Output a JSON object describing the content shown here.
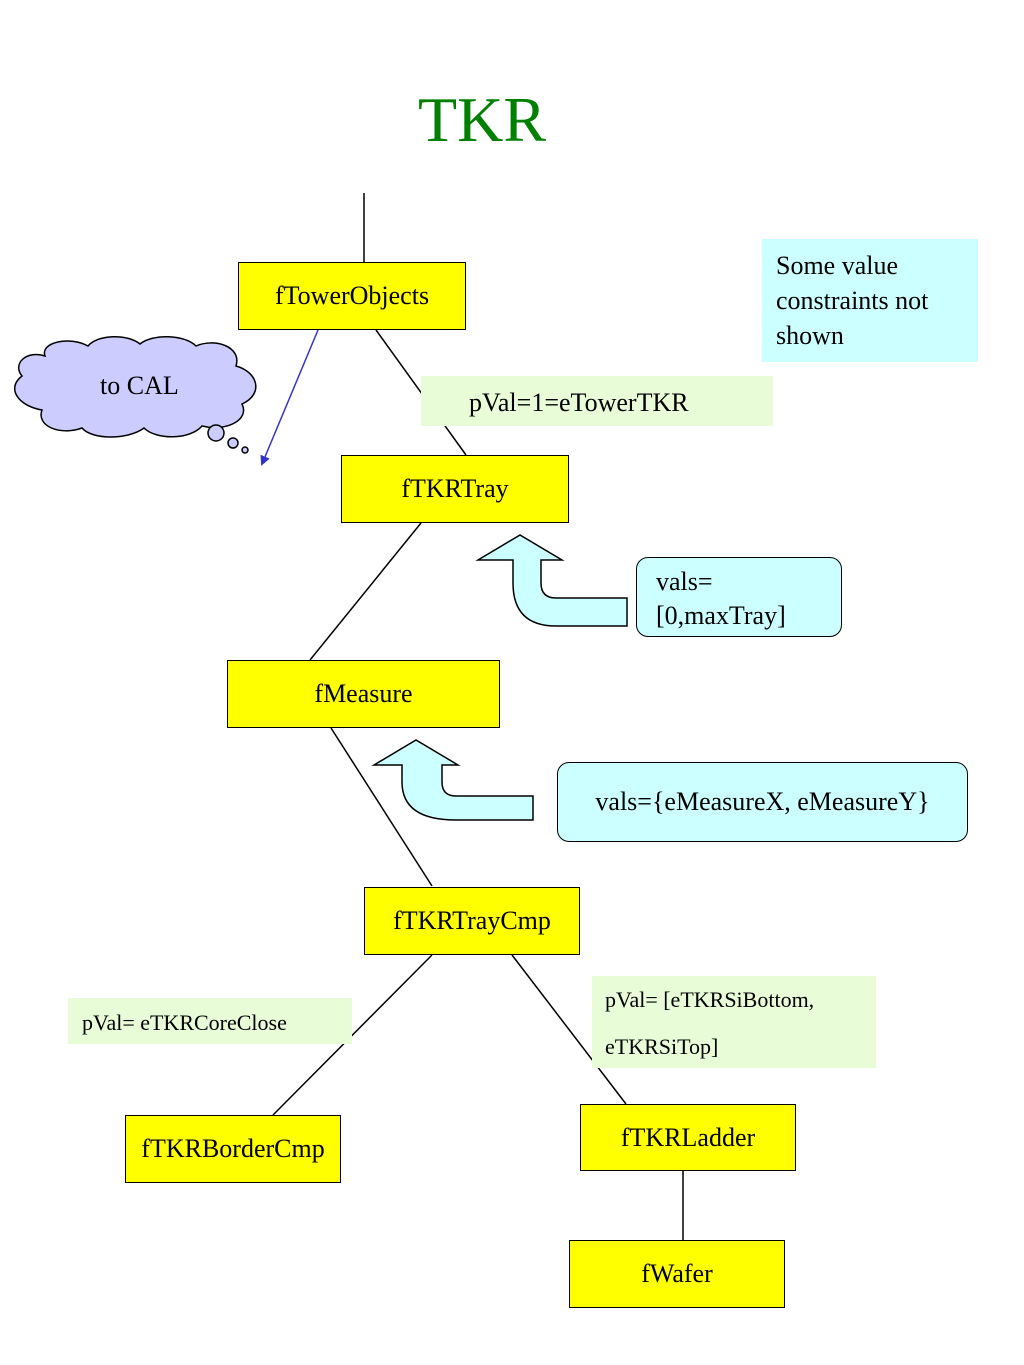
{
  "title": "TKR",
  "nodes": {
    "tower_objects": "fTowerObjects",
    "tkr_tray": "fTKRTray",
    "measure": "fMeasure",
    "tkr_tray_cmp": "fTKRTrayCmp",
    "tkr_border_cmp": "fTKRBorderCmp",
    "tkr_ladder": "fTKRLadder",
    "wafer": "fWafer"
  },
  "cloud": {
    "label": "to CAL"
  },
  "notes": {
    "constraints_line1": "Some value",
    "constraints_line2": "constraints not",
    "constraints_line3": "shown",
    "pval_tower": "pVal=1=eTowerTKR",
    "pval_core": "pVal= eTKRCoreClose",
    "pval_si_line1": "pVal= [eTKRSiBottom,",
    "pval_si_line2": "eTKRSiTop]"
  },
  "value_boxes": {
    "tray_line1": "vals=",
    "tray_line2": "[0,maxTray]",
    "measure": "vals={eMeasureX, eMeasureY}"
  },
  "colors": {
    "title": "#008000",
    "node_fill": "#ffff00",
    "green_note": "#e8fcd8",
    "cyan_note": "#ccffff",
    "cloud_fill": "#ccccff",
    "blue_arrow": "#3333cc"
  }
}
